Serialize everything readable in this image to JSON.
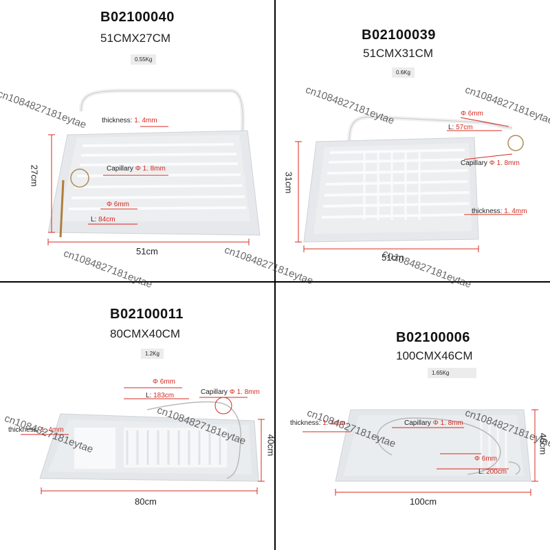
{
  "watermark": "cn1084827181eytae",
  "products": [
    {
      "code": "B02100040",
      "size": "51CMX27CM",
      "weight": "0.55Kg",
      "labels": {
        "thickness_key": "thickness:",
        "thickness_val": "1. 4mm",
        "capillary_key": "Capillary",
        "capillary_val": "Φ 1. 8mm",
        "pipe_dia": "Φ 6mm",
        "length_key": "L:",
        "length_val": "84cm"
      },
      "dims": {
        "height": "27cm",
        "width": "51cm"
      }
    },
    {
      "code": "B02100039",
      "size": "51CMX31CM",
      "weight": "0.6Kg",
      "labels": {
        "pipe_dia": "Φ 6mm",
        "length_key": "L:",
        "length_val": "57cm",
        "capillary_key": "Capillary",
        "capillary_val": "Φ 1. 8mm",
        "thickness_key": "thickness:",
        "thickness_val": "1. 4mm"
      },
      "dims": {
        "height": "31cm",
        "width": "51cm"
      }
    },
    {
      "code": "B02100011",
      "size": "80CMX40CM",
      "weight": "1.2Kg",
      "labels": {
        "pipe_dia": "Φ 6mm",
        "length_key": "L:",
        "length_val": "183cm",
        "capillary_key": "Capillary",
        "capillary_val": "Φ 1. 8mm",
        "thickness_key": "thickness:",
        "thickness_val": "1. 4mm"
      },
      "dims": {
        "height": "40cm",
        "width": "80cm"
      }
    },
    {
      "code": "B02100006",
      "size": "100CMX46CM",
      "weight": "1.65Kg",
      "labels": {
        "thickness_key": "thickness:",
        "thickness_val": "1. 4mm",
        "capillary_key": "Capillary",
        "capillary_val": "Φ 1. 8mm",
        "pipe_dia": "Φ 6mm",
        "length_key": "L:",
        "length_val": "200cm"
      },
      "dims": {
        "height": "46cm",
        "width": "100cm"
      }
    }
  ],
  "colors": {
    "accent_red": "#d4281f",
    "plate": "#e9ecef",
    "channel": "#f7f8f9",
    "divider": "#000000"
  }
}
